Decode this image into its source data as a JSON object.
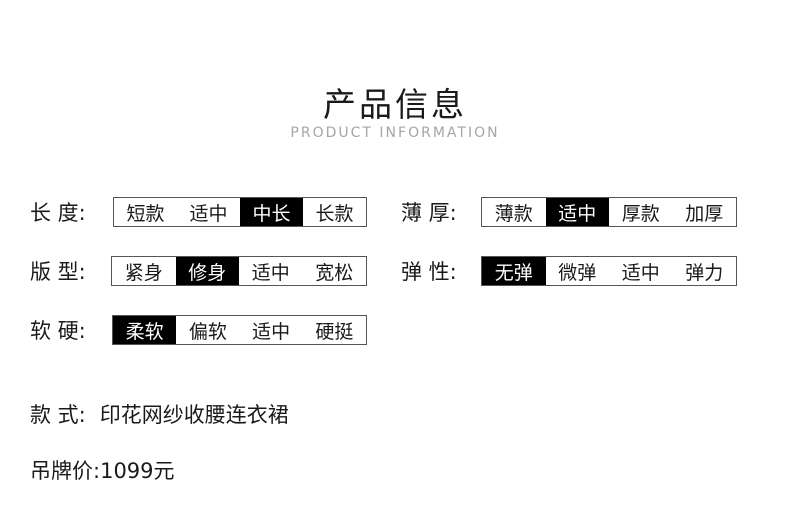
{
  "header": {
    "title": "产品信息",
    "subtitle": "PRODUCT INFORMATION"
  },
  "attributes": [
    {
      "label": "长 度:",
      "options": [
        "短款",
        "适中",
        "中长",
        "长款"
      ],
      "selected_index": 2
    },
    {
      "label": "薄 厚:",
      "options": [
        "薄款",
        "适中",
        "厚款",
        "加厚"
      ],
      "selected_index": 1
    },
    {
      "label": "版 型:",
      "options": [
        "紧身",
        "修身",
        "适中",
        "宽松"
      ],
      "selected_index": 1
    },
    {
      "label": "弹 性:",
      "options": [
        "无弹",
        "微弹",
        "适中",
        "弹力"
      ],
      "selected_index": 0
    },
    {
      "label": "软 硬:",
      "options": [
        "柔软",
        "偏软",
        "适中",
        "硬挺"
      ],
      "selected_index": 0
    }
  ],
  "style": {
    "label": "款 式:",
    "value": "印花网纱收腰连衣裙"
  },
  "price": {
    "label": "吊牌价:",
    "value": "1099元"
  }
}
